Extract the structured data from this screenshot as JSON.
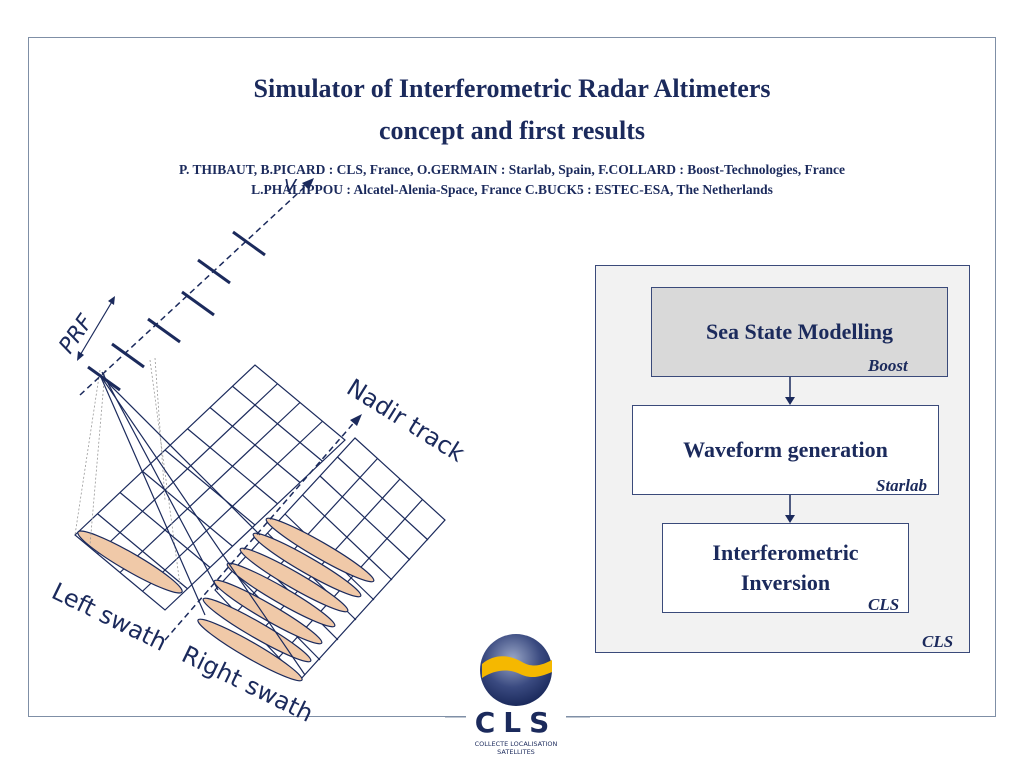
{
  "header": {
    "title_line1": "Simulator of  Interferometric Radar Altimeters",
    "title_line2": "concept and first results",
    "authors_line1": "P. THIBAUT, B.PICARD : CLS, France, O.GERMAIN : Starlab, Spain, F.COLLARD : Boost-Technologies, France",
    "authors_line2": "L.PHALIPPOU : Alcatel-Alenia-Space, France  C.BUCK5  : ESTEC-ESA, The Netherlands"
  },
  "diagram": {
    "prf_label": "PRF",
    "v_label": "V",
    "nadir_track_label": "Nadir track",
    "left_swath_label": "Left swath",
    "right_swath_label": "Right swath"
  },
  "flow": {
    "step1": "Sea State Modelling",
    "step1_credit": "Boost",
    "step2": "Waveform generation",
    "step2_credit": "Starlab",
    "step3_line1": "Interferometric",
    "step3_line2": "Inversion",
    "step3_credit": "CLS",
    "panel_credit": "CLS"
  },
  "logo": {
    "name": "CLS",
    "tagline": "COLLECTE LOCALISATION SATELLITES"
  },
  "colors": {
    "navy": "#1b2a5c",
    "ellipse_fill": "#f0c9a8",
    "step1_fill": "#d9d9d9",
    "logo_yellow": "#f5b800"
  }
}
